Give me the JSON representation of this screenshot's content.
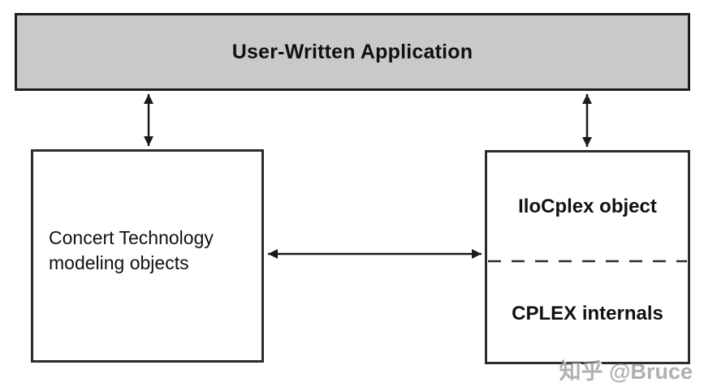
{
  "diagram": {
    "nodes": {
      "user_app": {
        "label": "User-Written Application"
      },
      "concert": {
        "label": "Concert Technology modeling objects",
        "line1": "Concert Technology",
        "line2": "modeling objects"
      },
      "ilocplex": {
        "label": "IloCplex object"
      },
      "cplex_internals": {
        "label": "CPLEX internals"
      }
    },
    "edges": [
      {
        "from": "User-Written Application",
        "to": "Concert Technology modeling objects",
        "type": "double-headed-arrow",
        "orientation": "vertical"
      },
      {
        "from": "User-Written Application",
        "to": "IloCplex object",
        "type": "double-headed-arrow",
        "orientation": "vertical"
      },
      {
        "from": "Concert Technology modeling objects",
        "to": "IloCplex object",
        "type": "double-headed-arrow",
        "orientation": "horizontal"
      }
    ],
    "divider": {
      "style": "dashed",
      "between": [
        "IloCplex object",
        "CPLEX internals"
      ]
    }
  },
  "colors": {
    "background": "#ffffff",
    "top_box_fill": "#c9c9c9",
    "box_border": "#1d1d1d",
    "arrow": "#1a1a1a",
    "text": "#111111",
    "watermark": "#808080"
  },
  "watermark": {
    "text": "知乎 @Bruce"
  }
}
